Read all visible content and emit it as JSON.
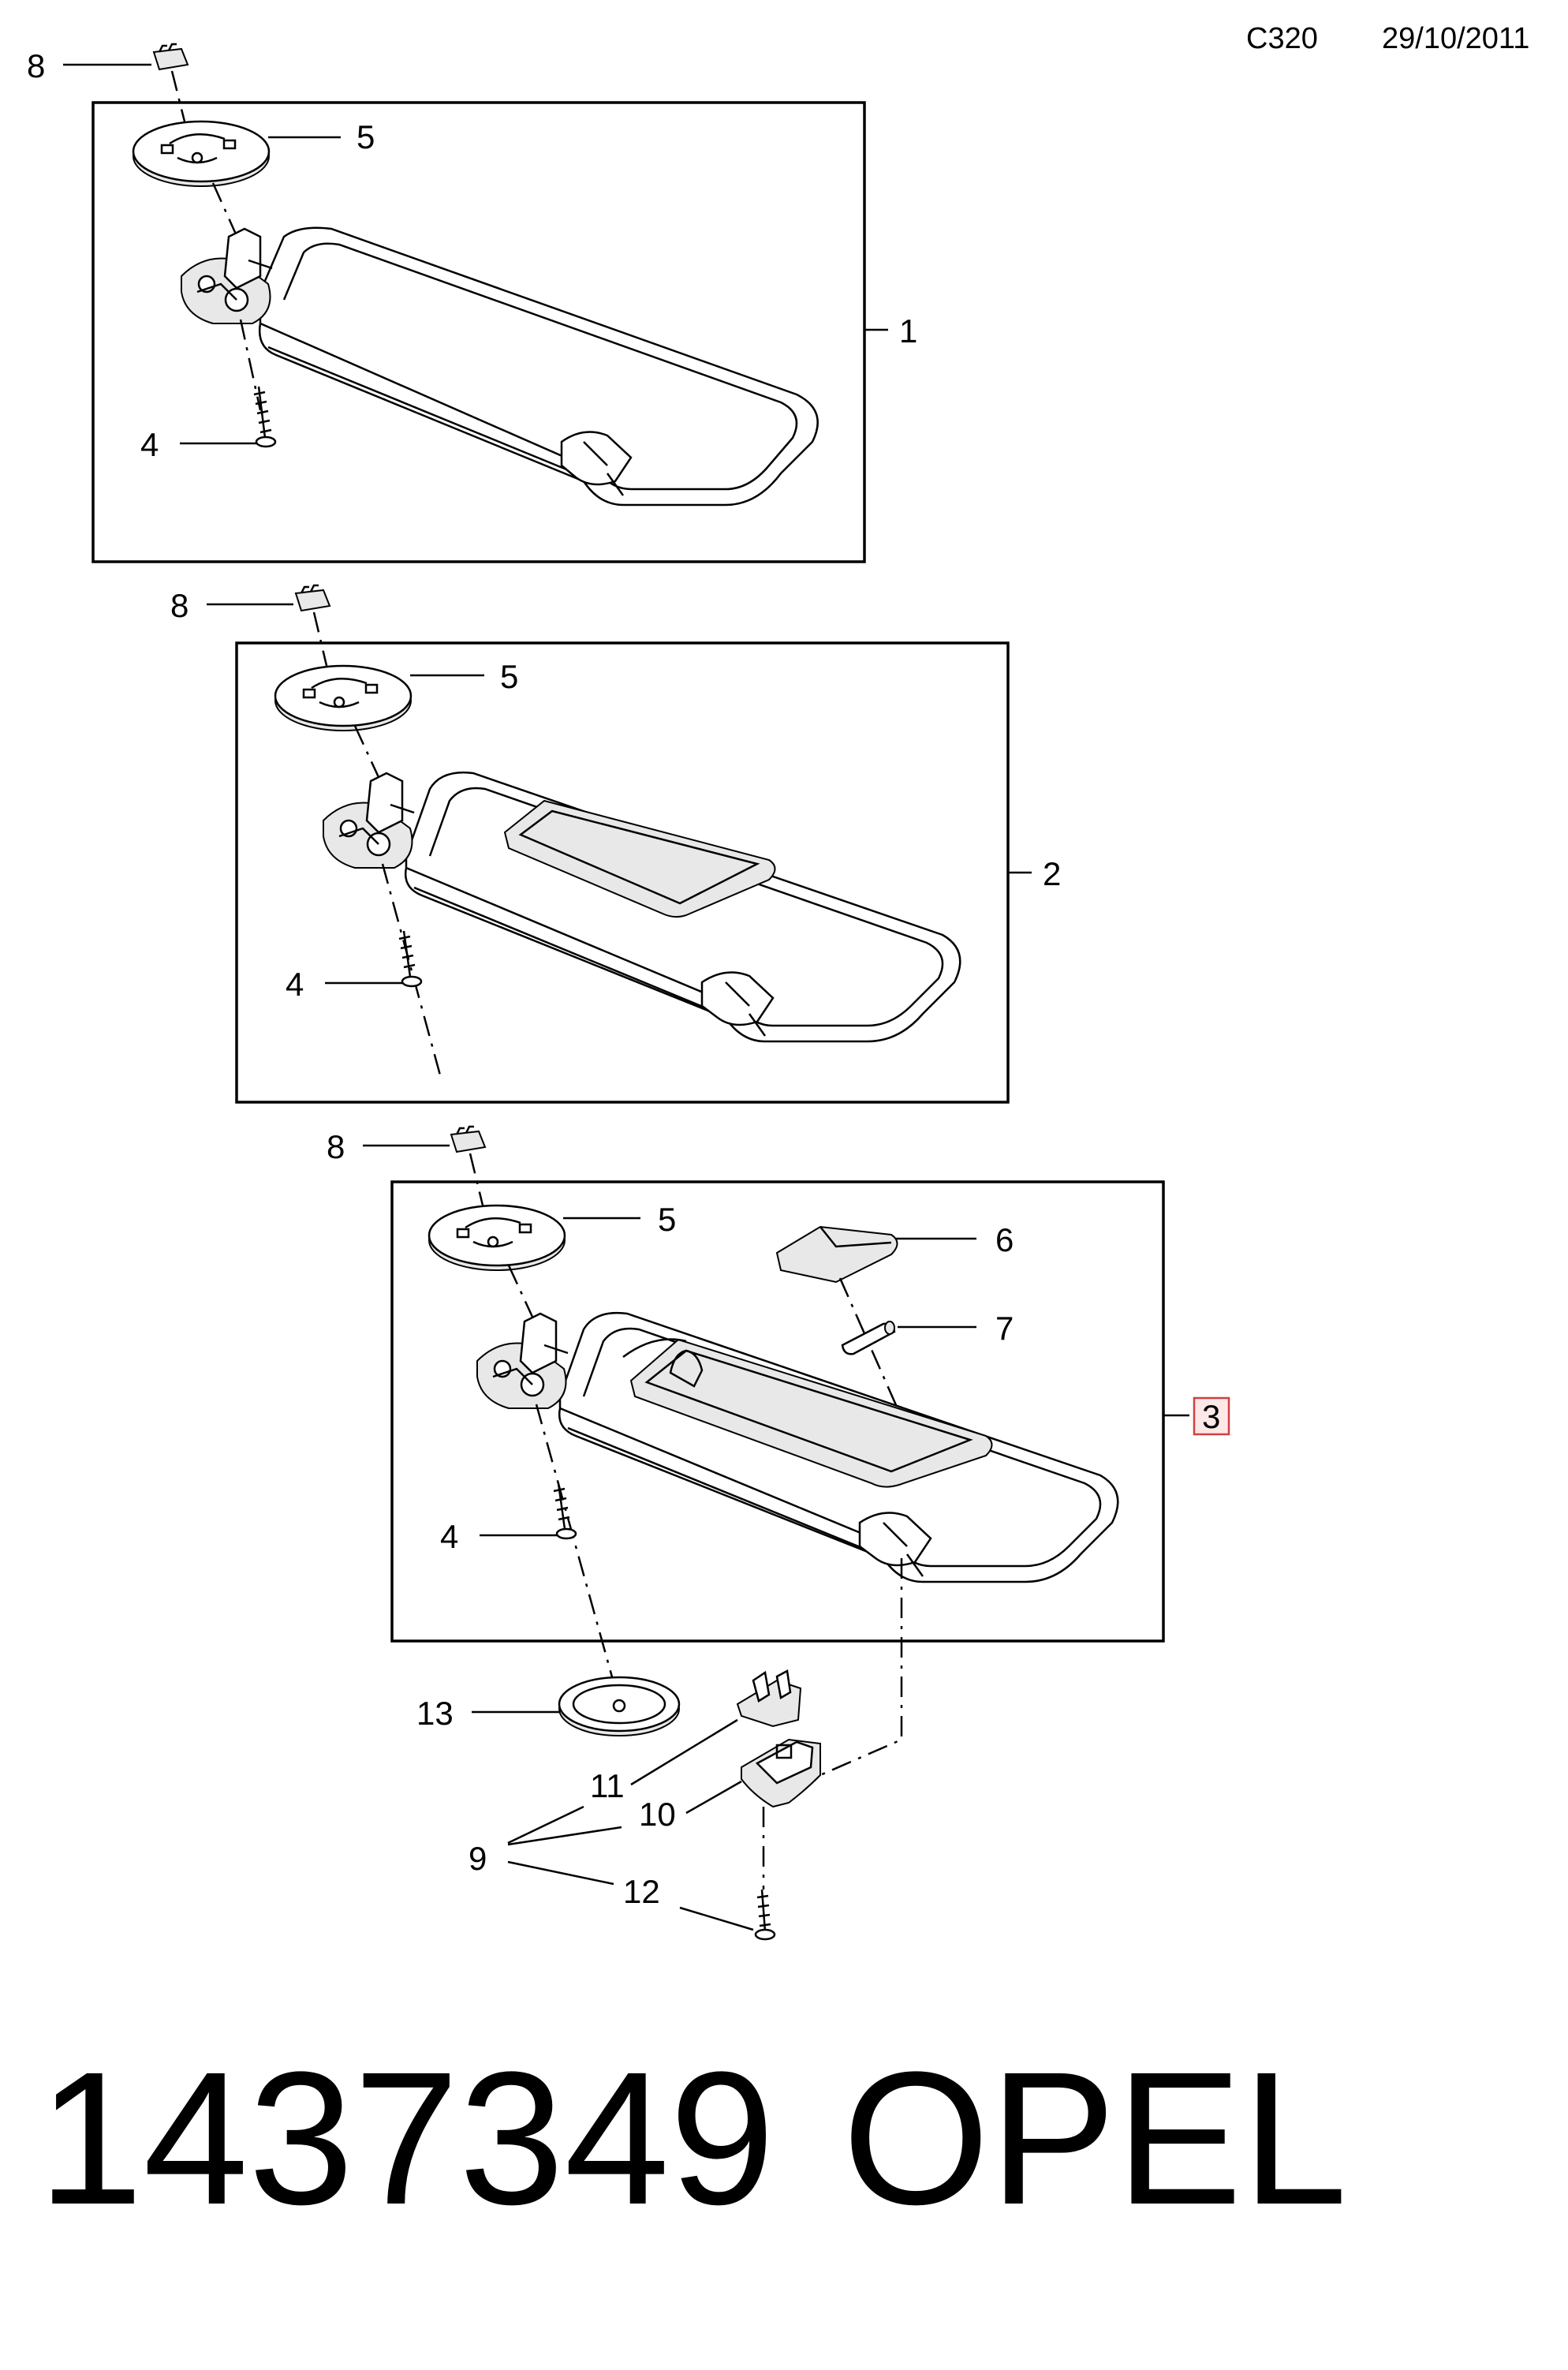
{
  "header": {
    "code": "C320",
    "date": "29/10/2011"
  },
  "footer": {
    "part_number": "1437349",
    "brand": "OPEL"
  },
  "assemblies": [
    {
      "callout": "1",
      "highlighted": false
    },
    {
      "callout": "2",
      "highlighted": false
    },
    {
      "callout": "3",
      "highlighted": true
    }
  ],
  "callouts": {
    "a1_clip": "8",
    "a1_plate": "5",
    "a1_screw": "4",
    "a2_clip": "8",
    "a2_plate": "5",
    "a2_screw": "4",
    "a3_clip": "8",
    "a3_plate": "5",
    "a3_cover": "6",
    "a3_lamp": "7",
    "a3_screw": "4",
    "cover_13": "13",
    "clip_11": "11",
    "holder_10": "10",
    "kit_9": "9",
    "screw_12": "12"
  },
  "colors": {
    "highlight_border": "#d04040",
    "highlight_fill": "#fde8e8"
  }
}
